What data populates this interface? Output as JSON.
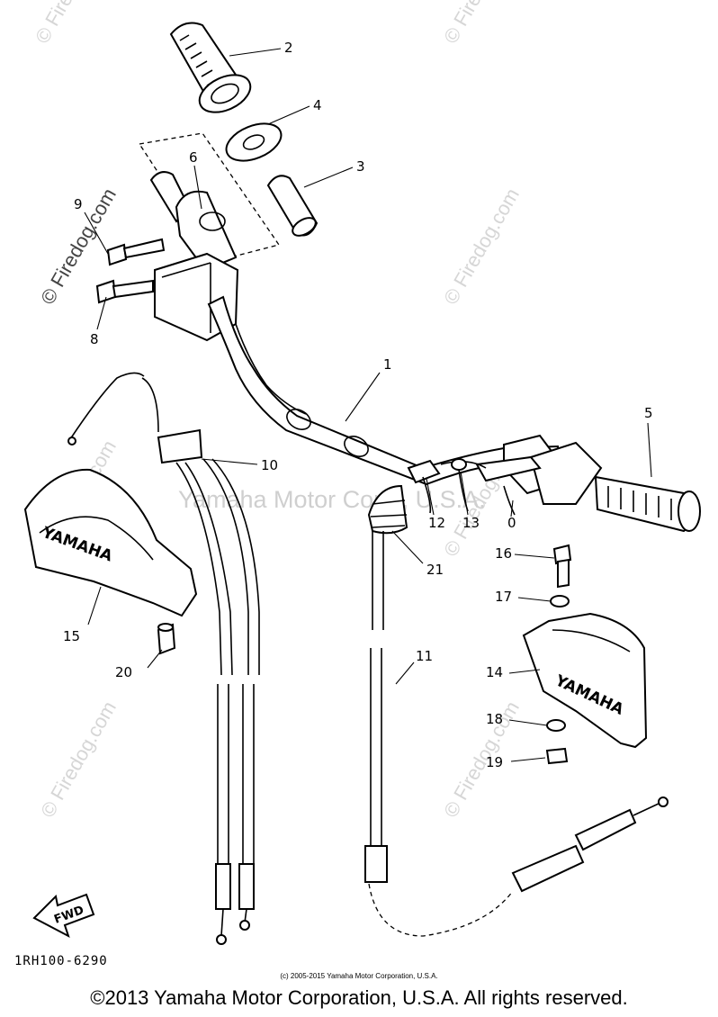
{
  "watermark": {
    "brand": "© Firedog.com",
    "center_text": "Yamaha Motor Corp., U.S.A."
  },
  "callouts": {
    "c1": "1",
    "c2": "2",
    "c3": "3",
    "c4": "4",
    "c5": "5",
    "c6": "6",
    "c8": "8",
    "c9": "9",
    "c10": "10",
    "c11": "11",
    "c12": "12",
    "c13": "13",
    "c14": "14",
    "c15": "15",
    "c16": "16",
    "c17": "17",
    "c18": "18",
    "c19": "19",
    "c20": "20",
    "c21": "21",
    "c0": "0"
  },
  "guard_logo": "YAMAHA",
  "fwd_label": "FWD",
  "diagram_code": "1RH100-6290",
  "small_copyright": "(c) 2005-2015 Yamaha Motor Corporation, U.S.A.",
  "copyright": "©2013 Yamaha Motor Corporation, U.S.A. All rights reserved."
}
